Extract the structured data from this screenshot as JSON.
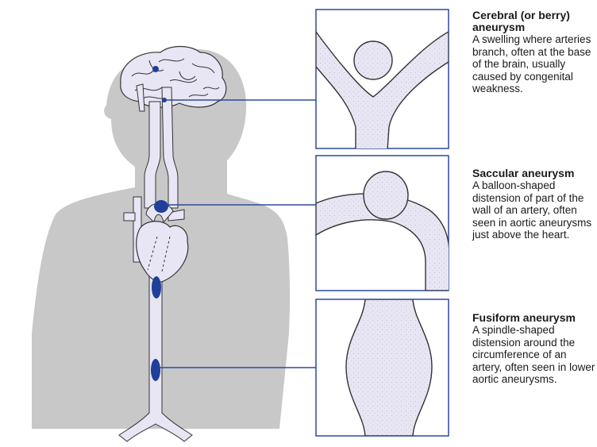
{
  "captions": [
    {
      "title": "Cerebral (or berry) aneurysm",
      "text": "A swelling where arteries branch, often at the base of the brain, usually caused by congenital weakness."
    },
    {
      "title": "Saccular aneurysm",
      "text": "A balloon-shaped distension of part of the wall of an artery, often seen in aortic aneurysms just above the heart."
    },
    {
      "title": "Fusiform aneurysm",
      "text": "A spindle-shaped distension around the circumference of an artery, often seen in lower aortic aneurysms."
    }
  ],
  "colors": {
    "body_silhouette": "#c8c8c8",
    "vessel_fill": "#e8e6f4",
    "outline": "#333333",
    "aneurysm_marker": "#1f3f9a",
    "leader_line": "#2b4a9b",
    "panel_border": "#2b4a9b"
  },
  "icons": {
    "brain": "brain-illustration",
    "heart": "heart-illustration",
    "silhouette": "human-torso-silhouette"
  }
}
